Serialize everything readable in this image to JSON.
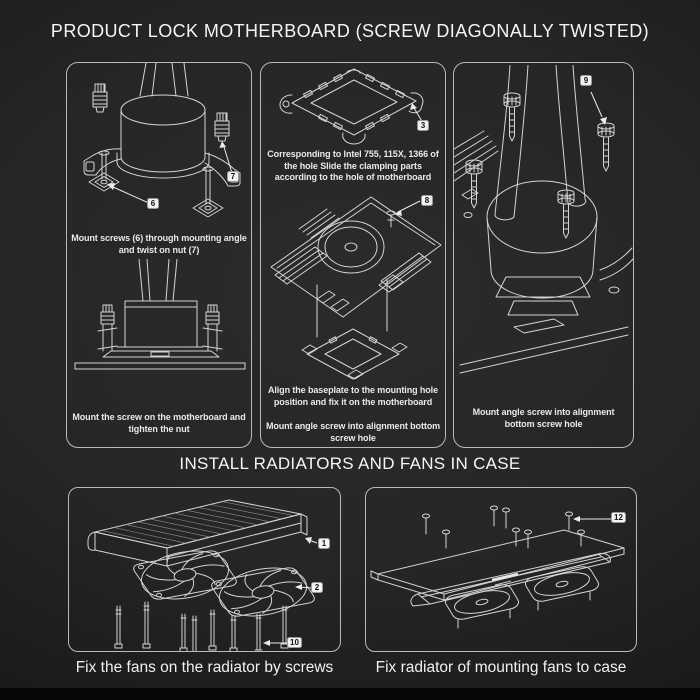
{
  "colors": {
    "background": "#242424",
    "line": "#d6d6d6",
    "panel_border": "#b9b9b9",
    "label_bg": "#f3f3f3",
    "label_text": "#141414",
    "text": "#f2f2f2"
  },
  "titles": {
    "section1": "PRODUCT LOCK MOTHERBOARD (SCREW DIAGONALLY TWISTED)",
    "section2": "INSTALL RADIATORS AND FANS IN CASE"
  },
  "panel_mount_pump": {
    "caption_top": "Mount screws (6) through mounting angle and twist on nut (7)",
    "caption_bottom": "Mount the screw on the motherboard and tighten the nut",
    "label_screw": "6",
    "label_nut": "7"
  },
  "panel_clamp": {
    "caption_top": "Corresponding to Intel 755, 115X, 1366 of the hole Slide the clamping parts according to the hole of motherboard",
    "caption_mid": "Align the baseplate to the mounting hole position and fix it on the motherboard",
    "caption_bottom": "Mount angle screw into alignment bottom screw hole",
    "label_clamp": "3",
    "label_screw": "8"
  },
  "panel_angle_screw": {
    "caption": "Mount angle screw into alignment bottom screw hole",
    "label_screw": "9"
  },
  "panel_fans_radiator": {
    "caption": "Fix the fans on the radiator by screws",
    "label_radiator": "1",
    "label_fan": "2",
    "label_screw": "10"
  },
  "panel_radiator_case": {
    "caption": "Fix radiator of mounting fans to case",
    "label_screw": "12"
  }
}
